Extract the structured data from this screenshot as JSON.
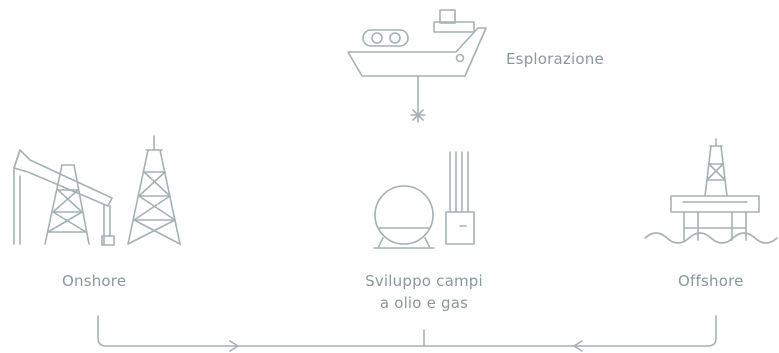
{
  "labels": {
    "exploration": "Esplorazione",
    "onshore": "Onshore",
    "development_line1": "Sviluppo campi",
    "development_line2": "a olio e gas",
    "offshore": "Offshore"
  },
  "icons": [
    "exploration-ship-icon",
    "onshore-pumpjack-derrick-icon",
    "development-plant-icon",
    "offshore-platform-icon"
  ],
  "colors": {
    "stroke": "#a7b0b3",
    "text": "#8c979a",
    "background": "#ffffff"
  }
}
